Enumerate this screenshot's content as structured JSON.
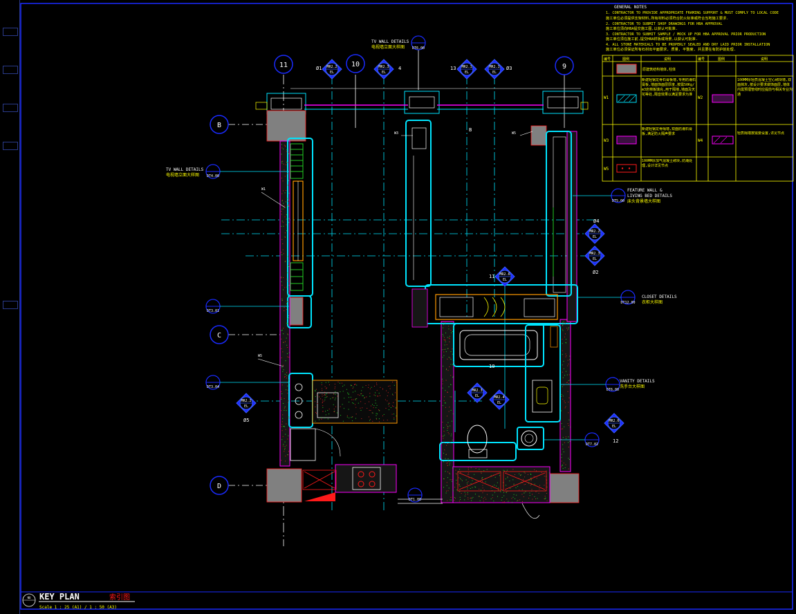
{
  "general_notes": {
    "title": "GENERAL NOTES",
    "lines": [
      "1. CONTRACTOR TO PROVIDE APPROPRIATE FRAMING SUPPORT & MUST COMPLY TO LOCAL CODE",
      "   施工单位必须提供支架材料,所有材料必须符合防火标准或符合当地施工要求.",
      "2.  CONTRACTOR TO SUBMIT SHOP DRAWINGS FOR HBA APPROVAL",
      "   施工单位须向HBA提交施工图,以获认可批准.",
      "3.  CONTRACTOR TO SUBMIT SAMPLE / MOCK UP FOR HBA APPROVAL PRIOR PRODUCTION",
      "   施工单位须在施工前,提交HBA样板或场景,以获认可批准.",
      "4.  ALL STONE MATERIALS TO BE PROPERLY SEALED AND DRY LAID PRIOR INSTALLATION",
      "   施工单位必须保证所有石材出平面要求, 质量, 平整度, 并且要在有防护前处理."
    ]
  },
  "legend": {
    "headers": [
      "编号",
      "图例",
      "说明",
      "编号",
      "图例",
      "说明"
    ],
    "rows": [
      {
        "code1": "",
        "desc1": "原建筑结构墙体,柱体",
        "code2": "",
        "desc2": ""
      },
      {
        "code1": "W1",
        "desc1": "新建轻钢龙骨石膏板墙,专用防潮石膏板,墙面饰面层厚度,按需50Kg/m3岩棉板填充,用于隔墙,墙面及天花等处,隔音效果以满足要求为准",
        "code2": "W2",
        "desc2": "100MM厚轻质混凝土空心砌块墙,双面抹灰,按设计要求做饰面层,墙体内需预埋管线时应提前与相关专业沟通"
      },
      {
        "code1": "W3",
        "desc1": "新建轻钢龙骨隔墙,双面防潮石膏板,满足防火隔声要求",
        "code2": "W4",
        "desc2": "轻质隔墙按需要设置,详见节点"
      },
      {
        "code1": "W5",
        "desc1": "100MM厚加气混凝土砌块,防潮处理,设计详见节点",
        "code2": "",
        "desc2": ""
      }
    ]
  },
  "grids": {
    "columns": [
      "11",
      "10",
      "9"
    ],
    "rows": [
      "B",
      "C",
      "D"
    ]
  },
  "callouts": {
    "tv_wall_top": {
      "title": "TV WALL DETAILS",
      "cn": "电视墙立面大样图",
      "ref": "DT6.00"
    },
    "tv_wall_left": {
      "title": "TV WALL DETAILS",
      "cn": "电视墙立面大样图",
      "ref": "DT4.00"
    },
    "feature_wall": {
      "title": "FEATURE WALL &",
      "title2": "LIVING BED DETAILS",
      "cn": "床头背景墙大样图",
      "ref": "DT5.00"
    },
    "closet": {
      "title": "CLOSET DETAILS",
      "cn": "衣柜大样图",
      "ref": "DT12.00"
    },
    "vanity": {
      "title": "VANITY DETAILS",
      "cn": "洗手台大样图",
      "ref": "DT6.00"
    },
    "left_mid": {
      "ref": "DT3.01"
    },
    "left_low": {
      "ref": "DT3.04"
    },
    "right_low": {
      "ref": "DT7.02"
    },
    "bottom": {
      "ref": "DT1.00"
    }
  },
  "elev_markers": [
    {
      "id": "mr2-top",
      "label": "MR2.2",
      "sub": "EL"
    },
    {
      "id": "mr3-top",
      "label": "MR2.3",
      "sub": "EL"
    },
    {
      "id": "mr1-top",
      "label": "MR2.1",
      "sub": "EL"
    },
    {
      "id": "mr4-top",
      "label": "MR2.1",
      "sub": "EL"
    },
    {
      "id": "mr-right1",
      "label": "MR2.2",
      "sub": "EL"
    },
    {
      "id": "mr-right2",
      "label": "MR2.3",
      "sub": "EL"
    },
    {
      "id": "mr-left",
      "label": "MR2.2",
      "sub": "EL"
    },
    {
      "id": "mr-closet",
      "label": "MR2.6",
      "sub": "EL"
    },
    {
      "id": "mr-bath1",
      "label": "MR2.3",
      "sub": "EL"
    },
    {
      "id": "mr-bath2",
      "label": "MR2.4",
      "sub": "EL"
    },
    {
      "id": "mr-bath-right",
      "label": "MR2.6",
      "sub": "EL"
    }
  ],
  "dim_labels": [
    "Ø1",
    "4",
    "Ø3",
    "Ø4",
    "Ø2",
    "Ø5",
    "12",
    "13",
    "10",
    "11",
    "B",
    "C",
    "D"
  ],
  "wall_tags": [
    "W1",
    "W3",
    "W5",
    "W5"
  ],
  "title_block": {
    "no": "NO",
    "title": "KEY PLAN",
    "cn": "索引图",
    "scale": "Scale 1 : 25 (A1) / 1 : 50 (A3)"
  },
  "colors": {
    "cyan": "#00e5ff",
    "yellow": "#ffff00",
    "magenta": "#ff00ff",
    "blue": "#1a2bff",
    "red": "#ff1a1a",
    "green": "#22cc22",
    "orange": "#ff9900",
    "gray": "#808080"
  }
}
